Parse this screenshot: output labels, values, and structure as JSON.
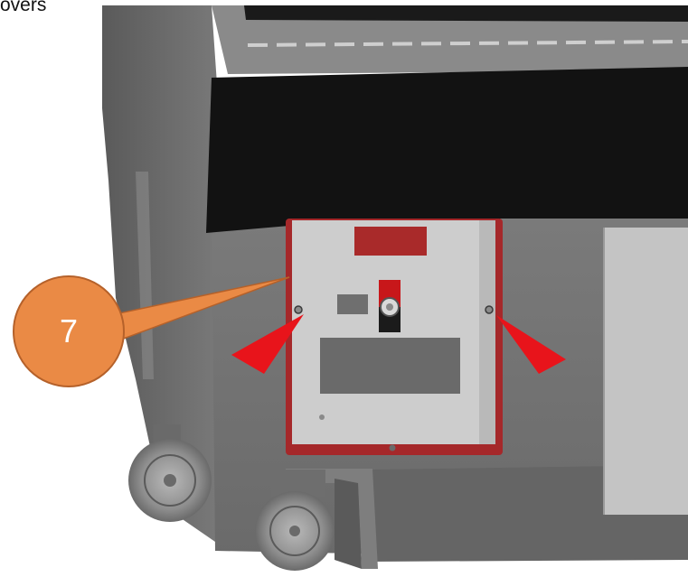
{
  "caption": {
    "text": "overs"
  },
  "callout": {
    "number": "7",
    "fill_color": "#ea8a45",
    "stroke_color": "#b5612a"
  },
  "arrows": {
    "color": "#e8141b",
    "count": 2
  },
  "colors": {
    "body_gray": "#6e6e6e",
    "panel_gray": "#cfcfcf",
    "panel_border_red": "#a5282a",
    "black_band": "#101010",
    "switch_red": "#c8171a"
  }
}
